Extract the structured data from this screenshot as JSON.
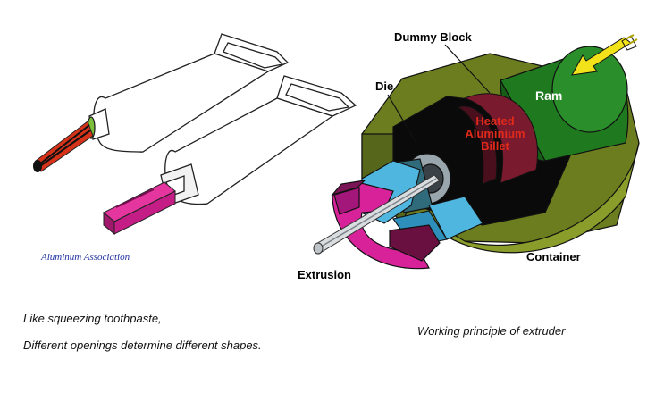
{
  "left_figure": {
    "credit": "Aluminum Association",
    "caption_line1": "Like squeezing toothpaste,",
    "caption_line2": "Different openings determine different shapes."
  },
  "right_figure": {
    "labels": {
      "dummy_block": "Dummy Block",
      "die": "Die",
      "ram": "Ram",
      "billet_line1": "Heated",
      "billet_line2": "Aluminium",
      "billet_line3": "Billet",
      "container": "Container",
      "extrusion": "Extrusion"
    },
    "caption": "Working principle of extruder"
  },
  "colors": {
    "container_green": "#6b7d1f",
    "ram_green": "#1f7a1f",
    "billet_red": "#7a1a2e",
    "magenta": "#d8229a",
    "light_blue": "#4fb6e0",
    "yellow_arrow": "#f2e21a"
  }
}
